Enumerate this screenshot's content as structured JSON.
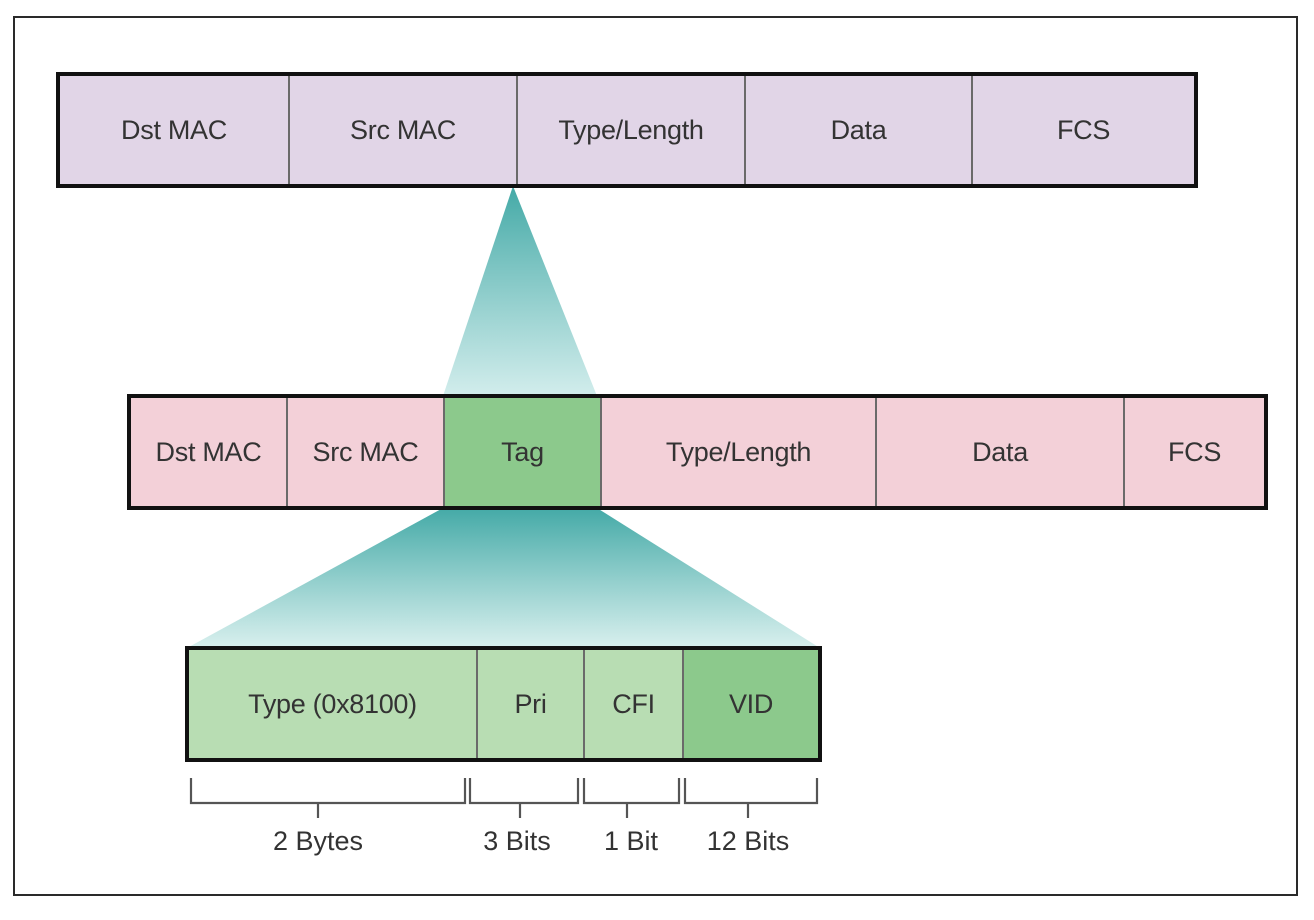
{
  "outer_frame": {
    "fields": [
      "Dst MAC",
      "Src MAC",
      "Type/Length",
      "Data",
      "FCS"
    ]
  },
  "tagged_frame": {
    "fields": [
      "Dst MAC",
      "Src MAC",
      "Tag",
      "Type/Length",
      "Data",
      "FCS"
    ]
  },
  "tag_detail": {
    "fields": [
      "Type (0x8100)",
      "Pri",
      "CFI",
      "VID"
    ],
    "sizes": [
      "2 Bytes",
      "3 Bits",
      "1 Bit",
      "12 Bits"
    ]
  },
  "colors": {
    "untagged_fields": "#e1d5e7",
    "tagged_fields": "#f3d0d8",
    "tag_field": "#8cc98c",
    "tag_subfields": "#b8ddb3",
    "funnel": "#4fb3b0"
  }
}
